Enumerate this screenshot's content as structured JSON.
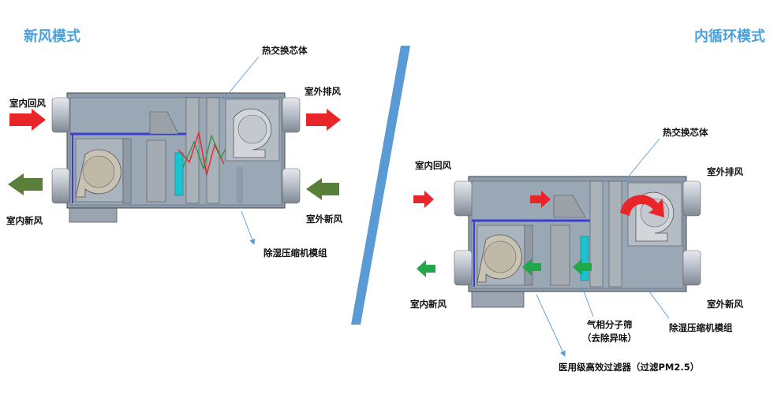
{
  "left_panel": {
    "title": "新风模式",
    "core_label": "热交换芯体",
    "return_air": "室内回风",
    "exhaust_air": "室外排风",
    "supply_air": "室内新风",
    "fresh_air": "室外新风",
    "compressor_label": "除湿压缩机模组"
  },
  "right_panel": {
    "title": "内循环模式",
    "core_label": "热交换芯体",
    "return_air": "室内回风",
    "exhaust_air": "室外排风",
    "supply_air": "室内新风",
    "fresh_air": "室外新风",
    "compressor_label": "除湿压缩机模组",
    "sieve_label": "气相分子筛",
    "sieve_sub": "（去除异味）",
    "hepa_label": "医用级高效过滤器（过滤PM2.5）"
  },
  "colors": {
    "title": "#4aa0dc",
    "divider": "#5b9bd5",
    "arrow_red": "#e8262a",
    "arrow_green": "#5a7f3a",
    "arrow_bright_green": "#22a84a",
    "cyan_module": "#19c3cf",
    "chassis": "#8b9bab"
  }
}
